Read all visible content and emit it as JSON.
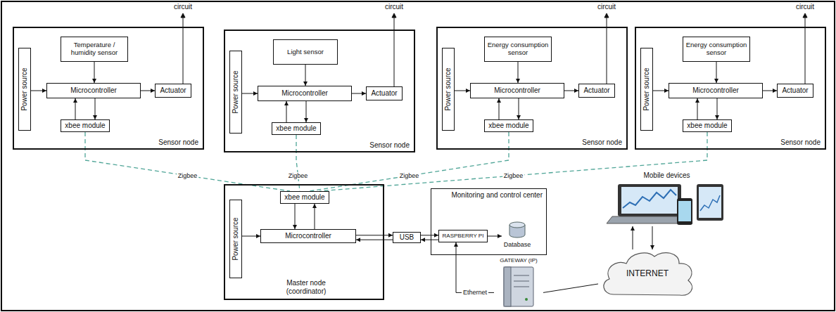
{
  "diagram": {
    "nodes": [
      {
        "text": [
          "Sensor node"
        ]
      },
      {
        "text": [
          "Power source"
        ],
        "in": 0
      },
      {
        "text": [
          "Temperature / humidity sensor"
        ],
        "in": 0
      },
      {
        "text": [
          "Microcontroller"
        ],
        "in": 0
      },
      {
        "text": [
          "Actuator"
        ],
        "in": 0
      },
      {
        "text": [
          "xbee module"
        ],
        "in": 0
      },
      {
        "text": [
          "Sensor node"
        ]
      },
      {
        "text": [
          "Power source"
        ],
        "in": 6
      },
      {
        "text": [
          "Light sensor"
        ],
        "in": 6
      },
      {
        "text": [
          "Microcontroller"
        ],
        "in": 6
      },
      {
        "text": [
          "Actuator"
        ],
        "in": 6
      },
      {
        "text": [
          "xbee module"
        ],
        "in": 6
      },
      {
        "text": [
          "Sensor node"
        ]
      },
      {
        "text": [
          "Power source"
        ],
        "in": 12
      },
      {
        "text": [
          "Energy consumption sensor"
        ],
        "in": 12
      },
      {
        "text": [
          "Microcontroller"
        ],
        "in": 12
      },
      {
        "text": [
          "Actuator"
        ],
        "in": 12
      },
      {
        "text": [
          "xbee module"
        ],
        "in": 12
      },
      {
        "text": [
          "Sensor node"
        ]
      },
      {
        "text": [
          "Power source"
        ],
        "in": 18
      },
      {
        "text": [
          "Energy consumption sensor"
        ],
        "in": 18
      },
      {
        "text": [
          "Microcontroller"
        ],
        "in": 18
      },
      {
        "text": [
          "Actuator"
        ],
        "in": 18
      },
      {
        "text": [
          "xbee module"
        ],
        "in": 18
      },
      {
        "text": [
          "Master node (coordinator)"
        ]
      },
      {
        "text": [
          "Power source"
        ],
        "in": 24
      },
      {
        "text": [
          "xbee module"
        ],
        "in": 24
      },
      {
        "text": [
          "Microcontroller"
        ],
        "in": 24
      },
      {
        "text": [
          "USB"
        ]
      },
      {
        "text": [
          "Monitoring and control center"
        ]
      },
      {
        "text": [
          "RASPBERRY PI"
        ],
        "in": 29
      },
      {
        "text": [
          "Database"
        ],
        "in": 29
      },
      {
        "text": [
          "GATEWAY (IP)"
        ]
      },
      {
        "text": [
          "INTERNET"
        ]
      },
      {
        "text": [
          "Mobile devices"
        ]
      }
    ],
    "edges": [
      {
        "from": 1,
        "to": 3,
        "arrow": "to"
      },
      {
        "from": 2,
        "to": 3,
        "arrow": "to"
      },
      {
        "from": 3,
        "to": 4,
        "arrow": "to"
      },
      {
        "from": 5,
        "to": 3,
        "arrow": "to"
      },
      {
        "from": 3,
        "to": 5,
        "arrow": "to"
      },
      {
        "from": 7,
        "to": 9,
        "arrow": "to"
      },
      {
        "from": 8,
        "to": 9,
        "arrow": "to"
      },
      {
        "from": 9,
        "to": 10,
        "arrow": "to"
      },
      {
        "from": 11,
        "to": 9,
        "arrow": "to"
      },
      {
        "from": 9,
        "to": 11,
        "arrow": "to"
      },
      {
        "from": 13,
        "to": 15,
        "arrow": "to"
      },
      {
        "from": 14,
        "to": 15,
        "arrow": "to"
      },
      {
        "from": 15,
        "to": 16,
        "arrow": "to"
      },
      {
        "from": 17,
        "to": 15,
        "arrow": "to"
      },
      {
        "from": 15,
        "to": 17,
        "arrow": "to"
      },
      {
        "from": 19,
        "to": 21,
        "arrow": "to"
      },
      {
        "from": 20,
        "to": 21,
        "arrow": "to"
      },
      {
        "from": 21,
        "to": 22,
        "arrow": "to"
      },
      {
        "from": 23,
        "to": 21,
        "arrow": "to"
      },
      {
        "from": 21,
        "to": 23,
        "arrow": "to"
      },
      {
        "from": 5,
        "to": 26,
        "label": "Zigbee",
        "arrow": "none"
      },
      {
        "from": 11,
        "to": 26,
        "label": "Zigbee",
        "arrow": "none"
      },
      {
        "from": 17,
        "to": 26,
        "label": "Zigbee",
        "arrow": "none"
      },
      {
        "from": 23,
        "to": 26,
        "label": "Zigbee",
        "arrow": "none"
      },
      {
        "from": 25,
        "to": 27,
        "arrow": "to"
      },
      {
        "from": 26,
        "to": 27,
        "arrow": "to"
      },
      {
        "from": 27,
        "to": 26,
        "arrow": "to"
      },
      {
        "from": 27,
        "to": 28,
        "arrow": "to"
      },
      {
        "from": 28,
        "to": 27,
        "arrow": "to"
      },
      {
        "from": 28,
        "to": 30,
        "arrow": "to"
      },
      {
        "from": 30,
        "to": 28,
        "arrow": "to"
      },
      {
        "from": 30,
        "to": 31,
        "arrow": "to"
      },
      {
        "from": 32,
        "to": 30,
        "label": "Ethernet",
        "arrow": "to"
      },
      {
        "from": 32,
        "to": 33,
        "arrow": "none"
      },
      {
        "from": 33,
        "to": 34,
        "arrow": "to"
      },
      {
        "from": 34,
        "to": 33,
        "arrow": "to"
      }
    ],
    "labels": [
      "circuit",
      "circuit",
      "circuit",
      "circuit"
    ]
  }
}
